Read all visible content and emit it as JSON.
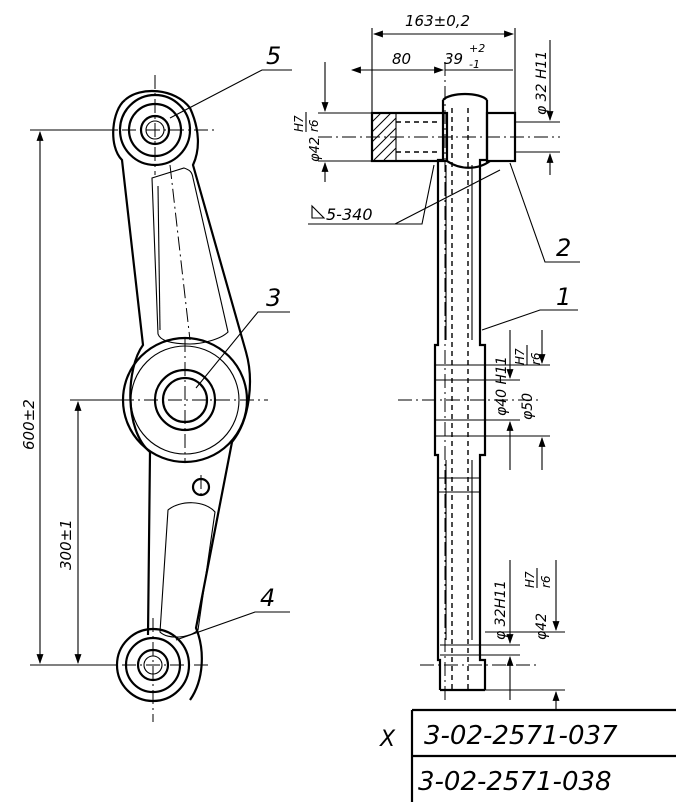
{
  "part_labels": {
    "p5": "5",
    "p3": "3",
    "p4": "4",
    "p2": "2",
    "p1": "1"
  },
  "dimensions": {
    "overall_length": "600±2",
    "half_length": "300±1",
    "width_total": "163±0,2",
    "offset_80": "80",
    "offset_39": "39",
    "tol_39_upper": "+2",
    "tol_39_lower": "-1",
    "bore_top": "φ 32 H11",
    "fit_top_pre": "φ42",
    "fit_top_num": "H7",
    "fit_top_den": "r6",
    "weld": "5-340",
    "bore_mid": "φ40 H11",
    "fit_mid_pre": "φ50",
    "fit_mid_num": "H7",
    "fit_mid_den": "r6",
    "bore_bot": "φ 32H11",
    "fit_bot_pre": "φ42",
    "fit_bot_num": "H7",
    "fit_bot_den": "r6"
  },
  "title_block": {
    "marker": "X",
    "doc_no_1": "3-02-2571-037",
    "doc_no_2": "3-02-2571-038"
  }
}
